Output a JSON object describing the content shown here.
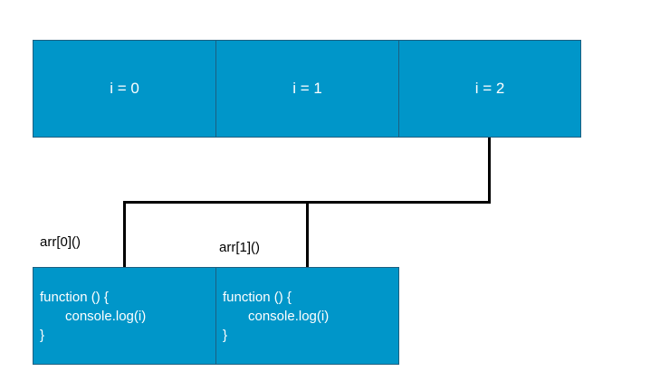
{
  "loop_iterations": [
    {
      "label": "i = 0"
    },
    {
      "label": "i = 1"
    },
    {
      "label": "i = 2"
    }
  ],
  "calls": [
    {
      "label": "arr[0]()"
    },
    {
      "label": "arr[1]()"
    }
  ],
  "functions": [
    {
      "line1": "function () {",
      "line2": "console.log(i)",
      "line3": "}"
    },
    {
      "line1": "function () {",
      "line2": "console.log(i)",
      "line3": "}"
    }
  ],
  "colors": {
    "box_fill": "#0096c9",
    "box_border": "#1c5f80",
    "connector": "#000000"
  }
}
